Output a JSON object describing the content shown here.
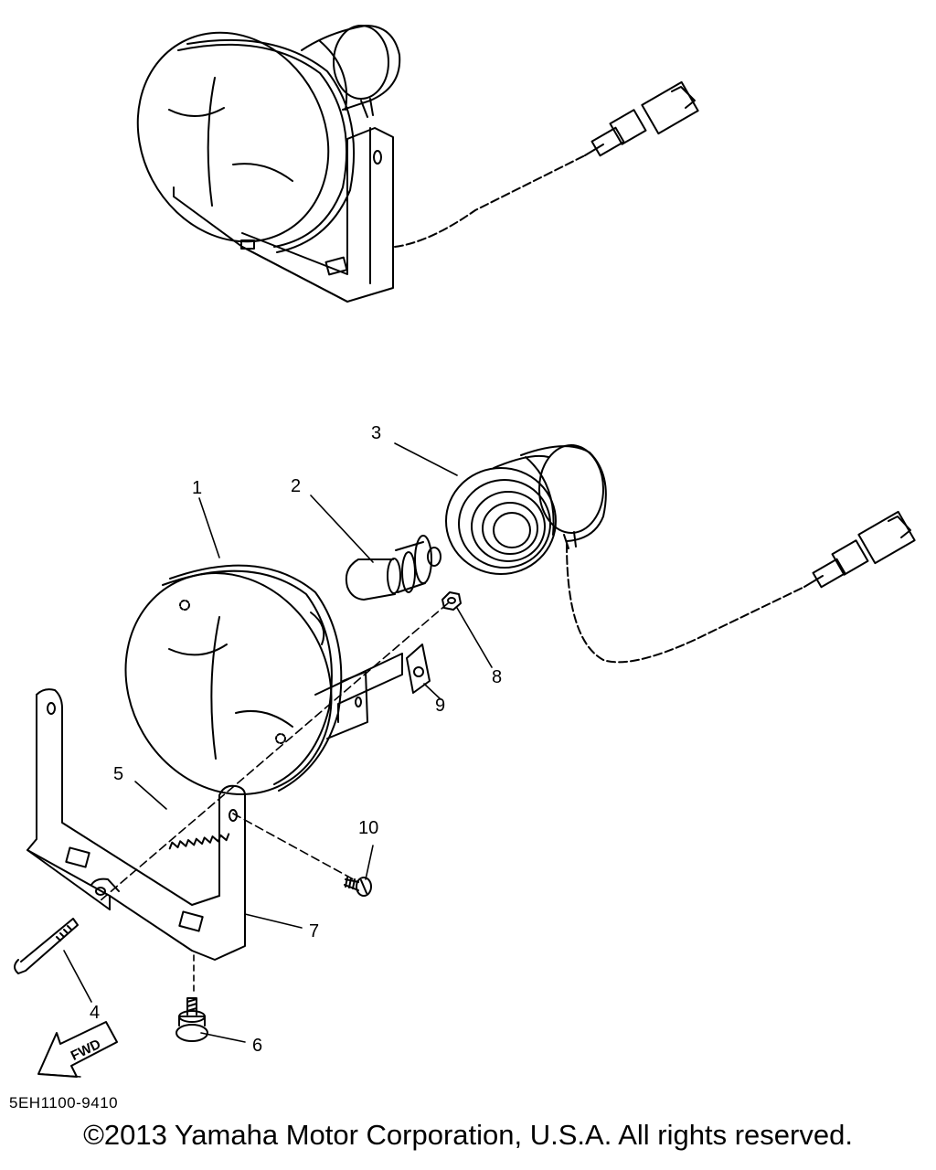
{
  "callouts": [
    "1",
    "2",
    "3",
    "4",
    "5",
    "6",
    "7",
    "8",
    "9",
    "10"
  ],
  "direction_arrow": "FWD",
  "diagram_code": "5EH1100-9410",
  "copyright": "©2013 Yamaha Motor Corporation, U.S.A. All rights reserved."
}
